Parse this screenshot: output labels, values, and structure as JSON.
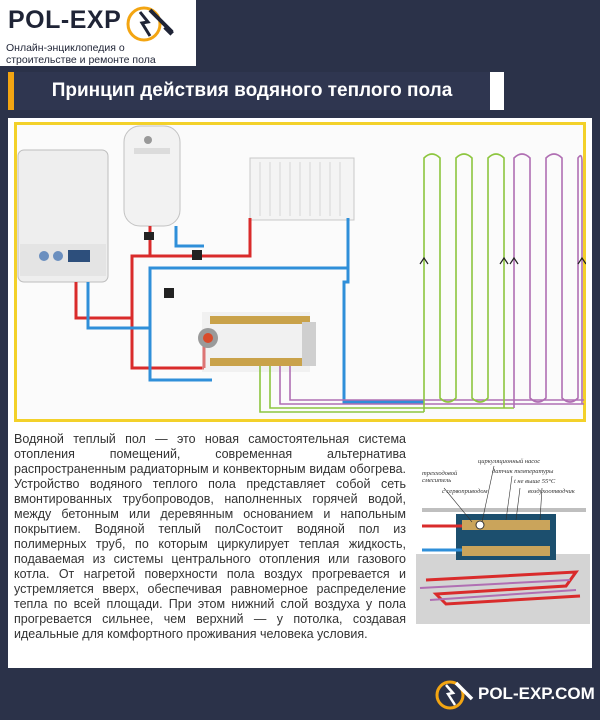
{
  "brand": {
    "name": "POL-EXP",
    "tagline": "Онлайн-энциклопедия о строительстве и ремонте пола",
    "site": "POL-EXP.COM"
  },
  "header": {
    "title": "Принцип действия водяного теплого пола"
  },
  "article": {
    "text": "Водяной теплый пол — это новая самостоятельная система отопления помещений, современная альтернатива распространенным радиаторным и конвекторным видам обогрева. Устройство водяного теплого пола представляет собой сеть вмонтированных трубопроводов, наполненных горячей водой, между бетонным или деревянным основанием и напольным покрытием. Водяной теплый полСостоит водяной пол из полимерных труб, по которым циркулирует теплая жидкость, подаваемая из системы центрального отопления или газового котла. От нагретой поверхности пола воздух прогревается и устремляется вверх, обеспечивая равномерное распределение тепла по всей площади. При этом нижний слой воздуха у пола прогревается сильнее, чем верхний — у потолка, создавая идеальные для комфортного проживания человека условия."
  },
  "inset": {
    "label_mixer": "трехходовой смеситель",
    "label_servo": "с сервоприводом",
    "label_pump": "циркуляционный насос",
    "label_sensor": "датчик температуры",
    "label_temp": "t не выше 55°С",
    "label_vent": "воздухоотводчик"
  },
  "colors": {
    "background": "#2b3249",
    "accent": "#f3a512",
    "frame": "#f3d12a",
    "pipe_hot": "#d92b2b",
    "pipe_cold": "#2f8fd9",
    "loop_green": "#8dc63f",
    "loop_purple": "#b06fb3"
  }
}
